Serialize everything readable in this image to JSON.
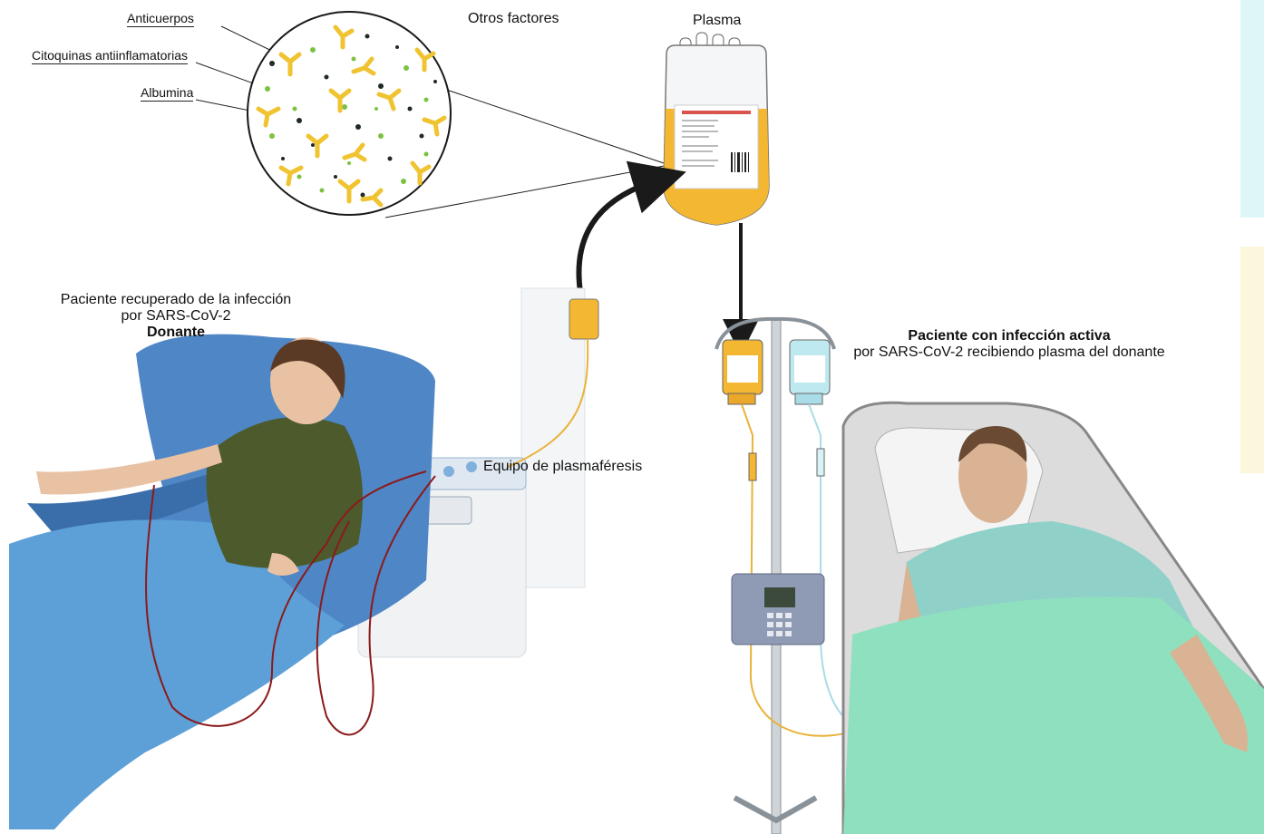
{
  "labels": {
    "antibodies": "Anticuerpos",
    "cytokines": "Citoquinas antiinflamatorias",
    "albumin": "Albumina",
    "other_factors": "Otros factores",
    "plasma": "Plasma",
    "plasmapheresis": "Equipo de plasmaféresis"
  },
  "donor": {
    "line1": "Paciente recuperado de la infección",
    "line2": "por SARS-CoV-2",
    "line3": "Donante"
  },
  "recipient": {
    "line1": "Paciente con infección activa",
    "line2": "por SARS-CoV-2 recibiendo plasma del donante"
  },
  "colors": {
    "plasma": "#f4b732",
    "antibody": "#f0c330",
    "green_dot": "#7cc242",
    "dark_dot": "#1f2a22",
    "donor_chair": "#4f86c6",
    "blanket_blue": "#5da0d8",
    "shirt": "#4d5a2c",
    "blood_line": "#8b1a1a",
    "gown": "#8fd0c8",
    "sheet_green": "#8fe0bf",
    "saline": "#bfe9f0",
    "side_teal": "#dff6f8",
    "side_yellow": "#fbf6dc"
  },
  "icons": [
    "magnifier-circle",
    "plasma-bag",
    "iv-bag",
    "iv-pole",
    "infusion-pump",
    "plasmapheresis-machine",
    "donor-chair",
    "hospital-bed"
  ]
}
